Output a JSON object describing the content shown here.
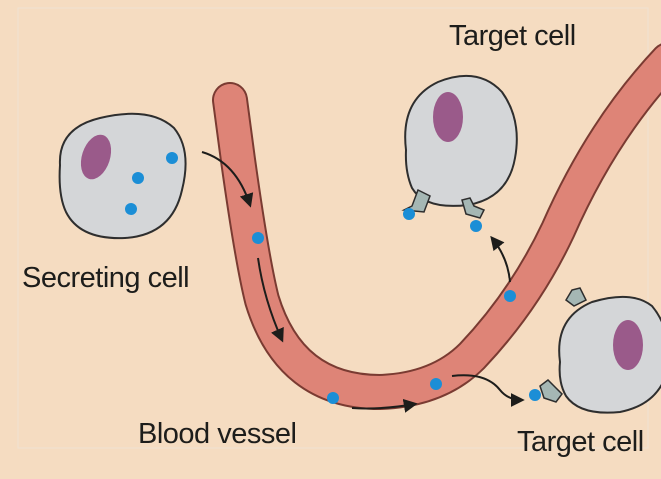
{
  "labels": {
    "target_cell_top": "Target cell",
    "secreting_cell": "Secreting cell",
    "blood_vessel": "Blood vessel",
    "target_cell_bottom": "Target cell"
  },
  "colors": {
    "background": "#f5dcc1",
    "vessel": "#de8477",
    "vessel_outline": "#7a3b32",
    "cell_body": "#d4d6d8",
    "nucleus": "#9a5a8a",
    "receptor": "#a5b7b4",
    "signal_molecule": "#1b8ed6"
  }
}
